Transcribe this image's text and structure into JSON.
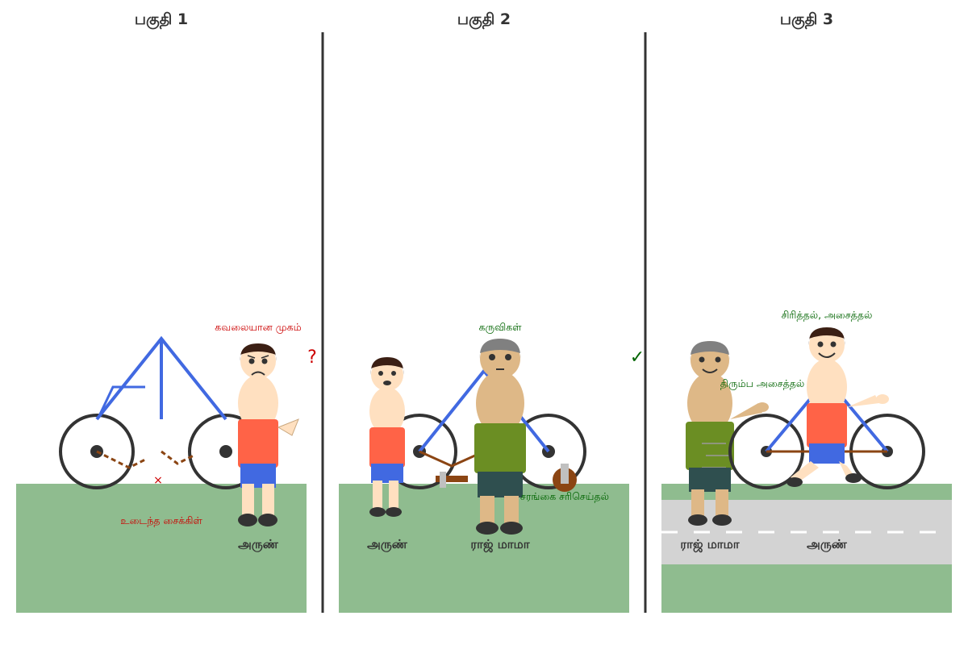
{
  "colors": {
    "ground": "#8fbc8f",
    "road": "#d3d3d3",
    "divider": "#333333",
    "bike_frame": "#4169e1",
    "bike_broken": "#8b4513",
    "wheel": "#333333",
    "skin": "#ffe0c0",
    "skin_dark": "#deb887",
    "shirt_red": "#ff6347",
    "shorts_blue": "#4169e1",
    "shirt_green": "#6b8e23",
    "shorts_dark": "#2f4f4f",
    "hair_dark": "#3b1f14",
    "hair_gray": "#808080",
    "annotation_red": "#cc0000",
    "annotation_green": "#006400"
  },
  "panels": [
    {
      "title": "பகுதி 1",
      "character_name": "அருண்",
      "face_label": "கவலையான முகம்",
      "bike_label": "உடைந்த சைக்கிள்",
      "question_mark": "?",
      "cross_mark": "×"
    },
    {
      "title": "பகுதி 2",
      "character_left": "அருண்",
      "character_right": "ராஜ் மாமா",
      "tools_label": "கருவிகள்",
      "repair_label": "சரங்கை சரிசெய்தல்"
    },
    {
      "title": "பகுதி 3",
      "character_left": "ராஜ் மாமா",
      "character_right": "அருண்",
      "smile_label": "சிரித்தல், அசைத்தல்",
      "wave_label": "திரும்ப அசைத்தல்",
      "check_mark": "✓"
    }
  ]
}
